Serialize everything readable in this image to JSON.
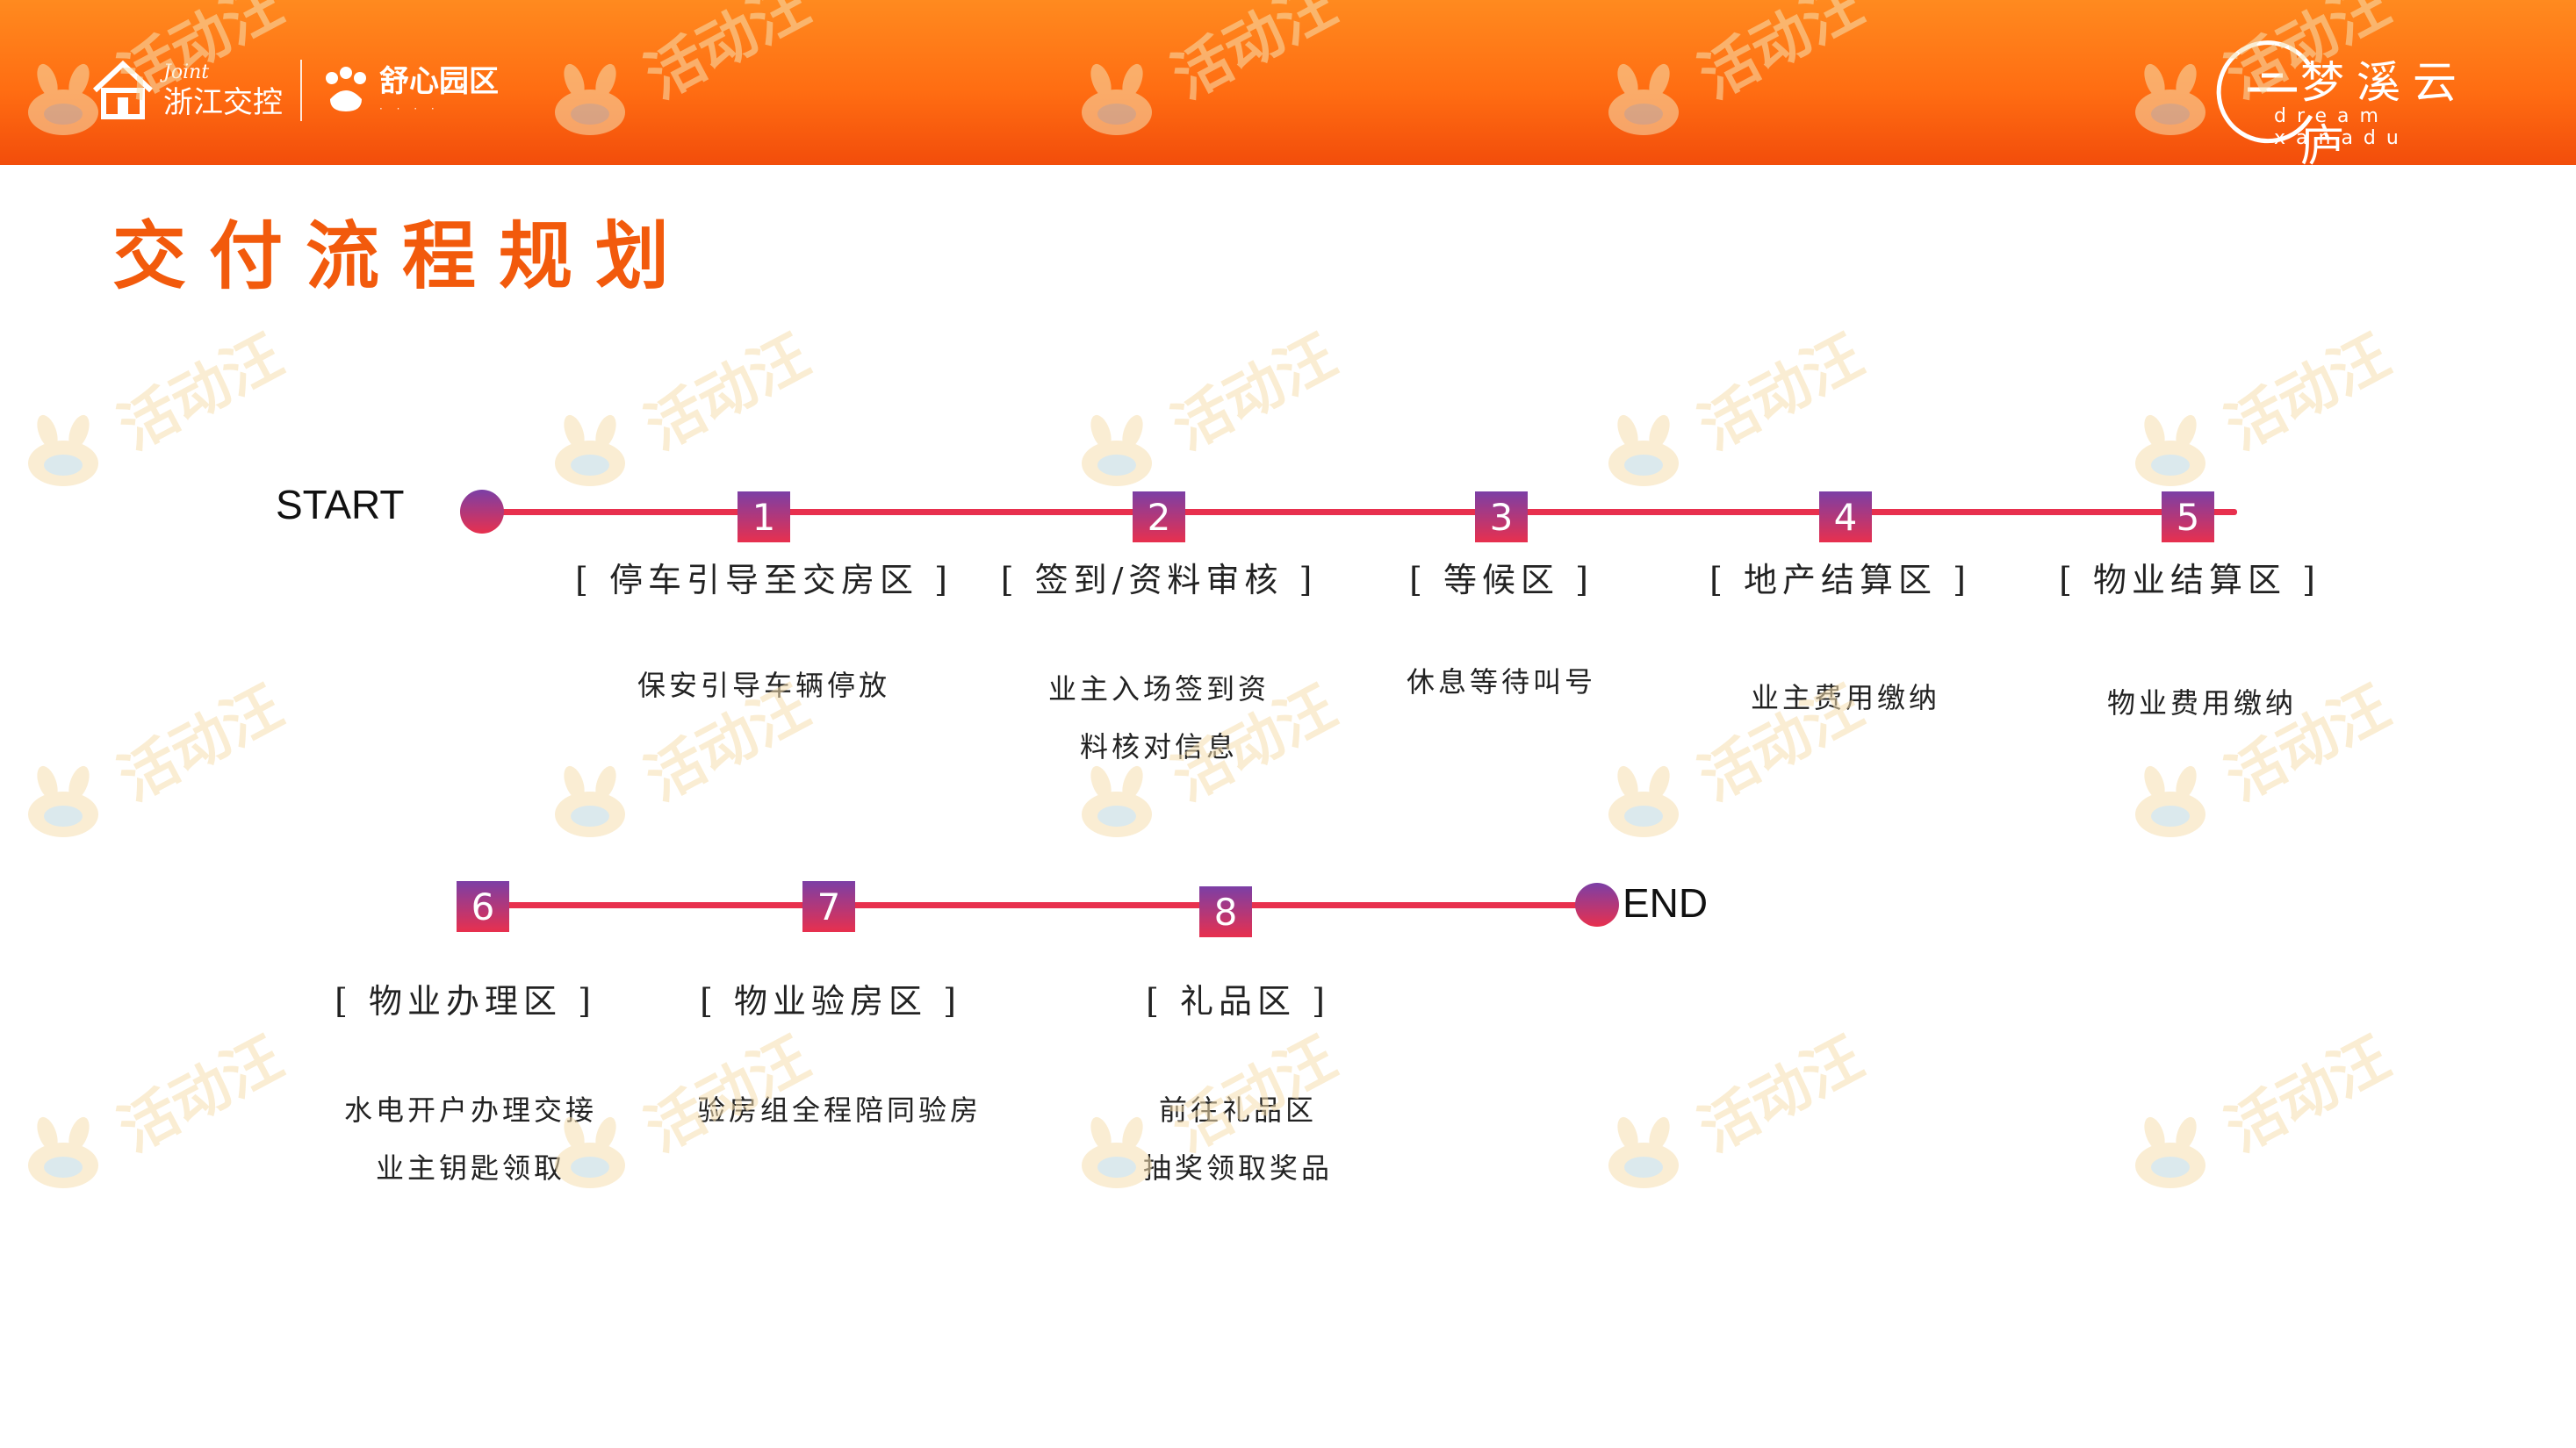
{
  "header": {
    "logo_left_en": "Joint",
    "logo_left_zh": "浙江交控",
    "logo_park_zh": "舒心园区",
    "logo_right_zh": "梦溪云庐",
    "logo_right_en": "dream xanadu"
  },
  "title": "交付流程规划",
  "watermark_text": "活动汪",
  "flow": {
    "start_label": "START",
    "end_label": "END",
    "row1": [
      {
        "num": "1",
        "name": "[ 停车引导至交房区 ]",
        "desc": [
          "保安引导车辆停放"
        ]
      },
      {
        "num": "2",
        "name": "[ 签到/资料审核  ]",
        "desc": [
          "业主入场签到资",
          "料核对信息"
        ]
      },
      {
        "num": "3",
        "name": "[ 等候区 ]",
        "desc": [
          "休息等待叫号"
        ]
      },
      {
        "num": "4",
        "name": "[ 地产结算区 ]",
        "desc": [
          "业主费用缴纳"
        ]
      },
      {
        "num": "5",
        "name": "[ 物业结算区 ]",
        "desc": [
          "物业费用缴纳"
        ]
      }
    ],
    "row2": [
      {
        "num": "6",
        "name": "[ 物业办理区 ]",
        "desc": [
          "水电开户办理交接",
          "业主钥匙领取"
        ]
      },
      {
        "num": "7",
        "name": "[ 物业验房区 ]",
        "desc": [
          "验房组全程陪同验房"
        ]
      },
      {
        "num": "8",
        "name": "[ 礼品区 ]",
        "desc": [
          "前往礼品区",
          "抽奖领取奖品"
        ]
      }
    ]
  }
}
